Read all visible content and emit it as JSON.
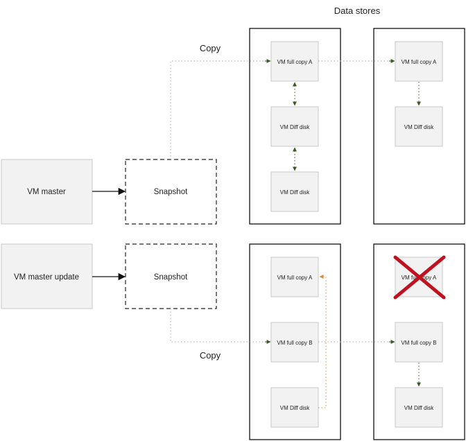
{
  "header": {
    "title": "Data stores"
  },
  "copy_labels": {
    "top": "Copy",
    "bottom": "Copy"
  },
  "rows": {
    "top": {
      "master": "VM master",
      "snapshot": "Snapshot"
    },
    "bottom": {
      "master": "VM master update",
      "snapshot": "Snapshot"
    }
  },
  "stores": {
    "top_left": {
      "disks": [
        "VM full copy A",
        "VM Diff disk",
        "VM Diff disk"
      ]
    },
    "top_right": {
      "disks": [
        "VM full copy A",
        "VM Diff disk"
      ]
    },
    "bottom_left": {
      "disks": [
        "VM full copy A",
        "VM full copy B",
        "VM Diff disk"
      ]
    },
    "bottom_right": {
      "disks": [
        "VM full copy A",
        "VM full copy B",
        "VM Diff disk"
      ],
      "deleted_disk": "VM full copy A"
    }
  },
  "colors": {
    "box_fill": "#f2f2f2",
    "box_stroke": "#c8c8c8",
    "dotted_line": "#a8a8a8",
    "arrow_green": "#3a5a2a",
    "arrow_orange": "#d98c3a",
    "cross_red": "#c0111f"
  }
}
